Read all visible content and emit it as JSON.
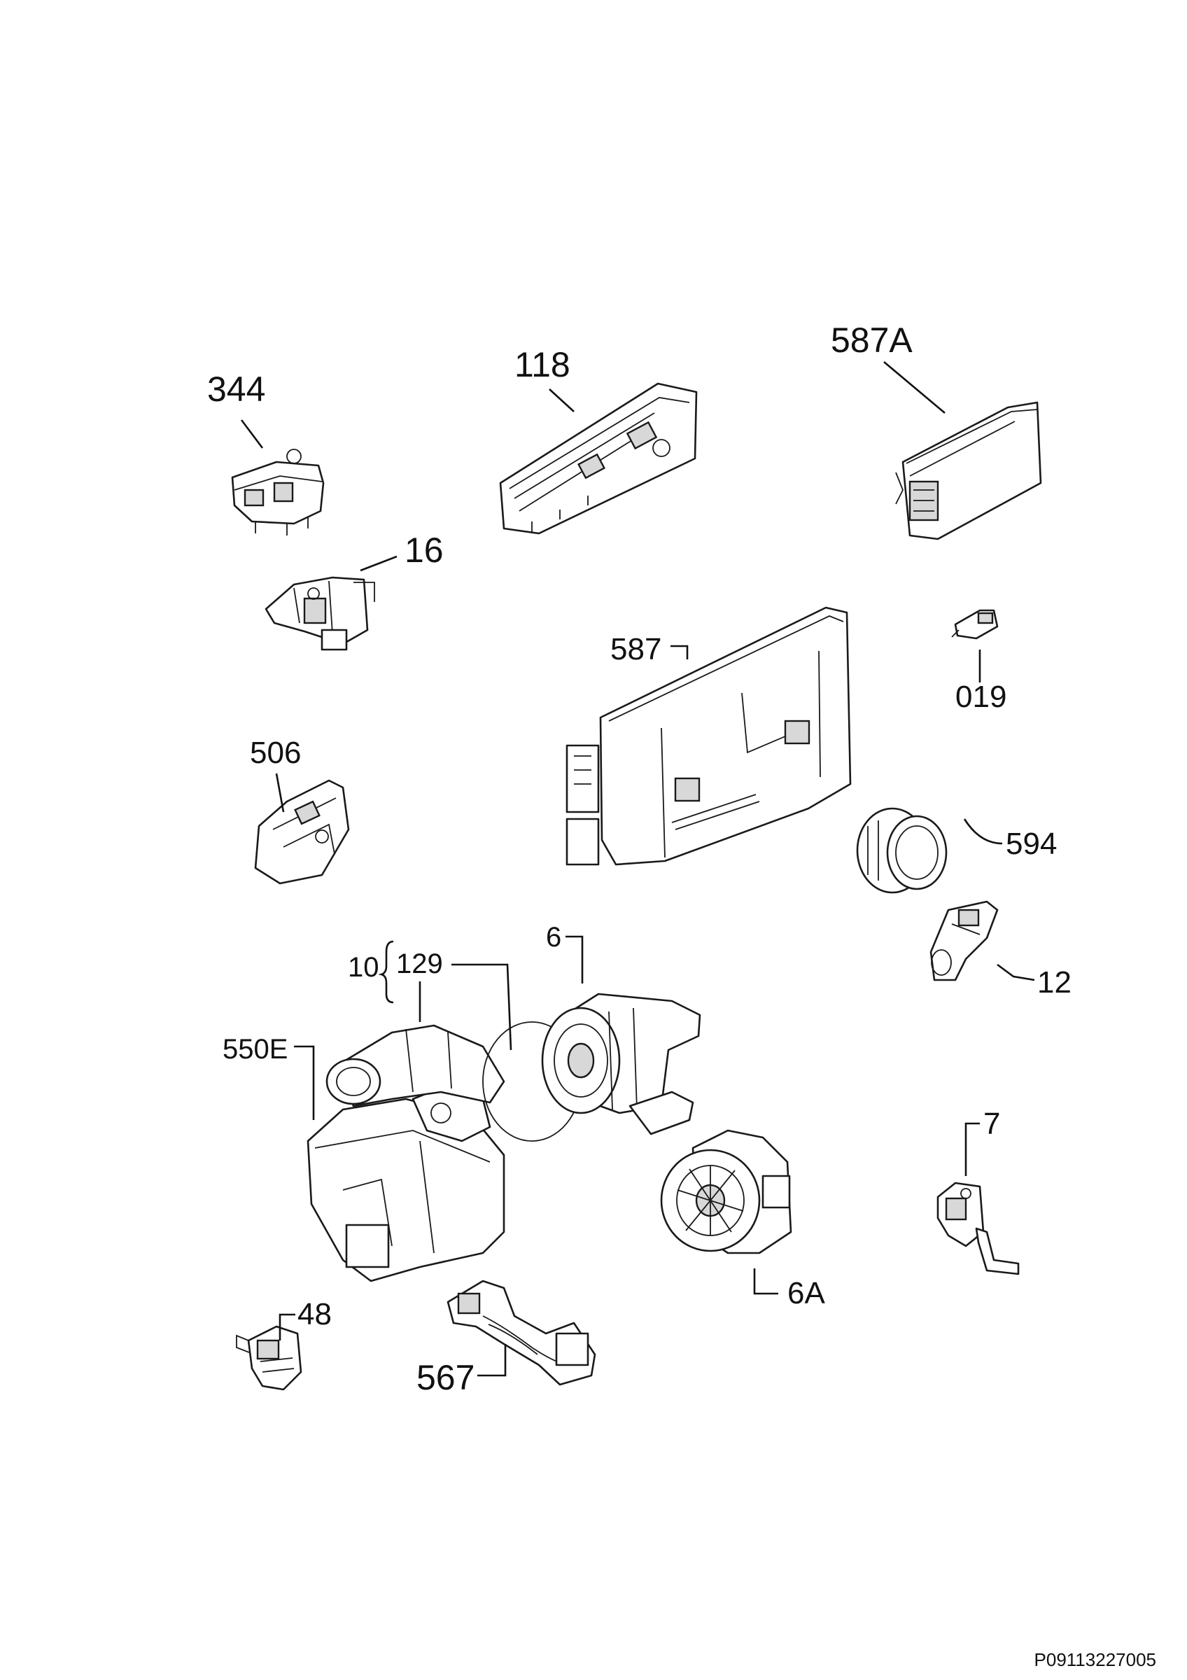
{
  "diagram": {
    "document_id": "P09113227005",
    "callouts": [
      {
        "id": "344",
        "text": "344"
      },
      {
        "id": "118",
        "text": "118"
      },
      {
        "id": "587A",
        "text": "587A"
      },
      {
        "id": "16",
        "text": "16"
      },
      {
        "id": "587",
        "text": "587"
      },
      {
        "id": "019",
        "text": "019"
      },
      {
        "id": "506",
        "text": "506"
      },
      {
        "id": "594",
        "text": "594"
      },
      {
        "id": "6",
        "text": "6"
      },
      {
        "id": "10",
        "text": "10"
      },
      {
        "id": "129",
        "text": "129"
      },
      {
        "id": "550E",
        "text": "550E"
      },
      {
        "id": "12",
        "text": "12"
      },
      {
        "id": "7",
        "text": "7"
      },
      {
        "id": "6A",
        "text": "6A"
      },
      {
        "id": "48",
        "text": "48"
      },
      {
        "id": "567",
        "text": "567"
      }
    ]
  }
}
